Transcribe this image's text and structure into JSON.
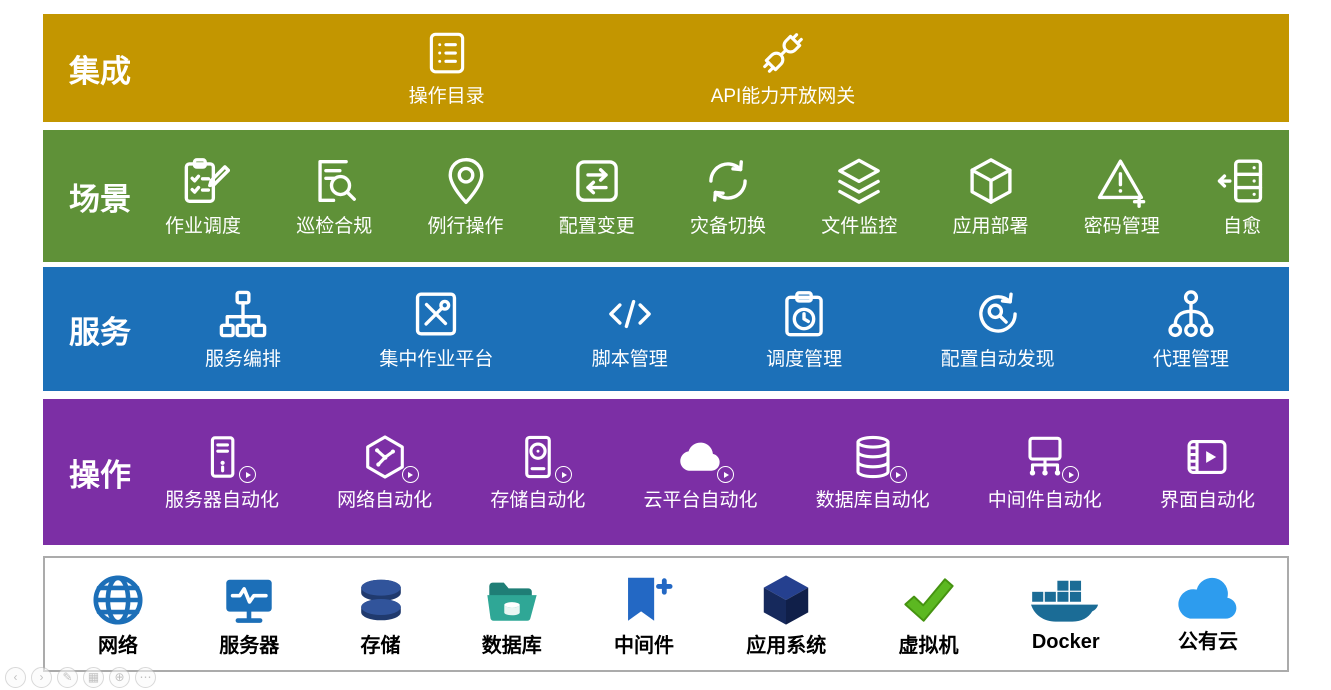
{
  "bands": {
    "integration": {
      "title": "集成",
      "color": "#C39600",
      "items": [
        {
          "label": "操作目录",
          "icon": "catalog-icon"
        },
        {
          "label": "API能力开放网关",
          "icon": "api-gateway-icon"
        }
      ]
    },
    "scenario": {
      "title": "场景",
      "color": "#5F9138",
      "items": [
        {
          "label": "作业调度",
          "icon": "job-scheduling-icon"
        },
        {
          "label": "巡检合规",
          "icon": "inspection-compliance-icon"
        },
        {
          "label": "例行操作",
          "icon": "routine-operation-icon"
        },
        {
          "label": "配置变更",
          "icon": "config-change-icon"
        },
        {
          "label": "灾备切换",
          "icon": "disaster-recovery-icon"
        },
        {
          "label": "文件监控",
          "icon": "file-monitor-icon"
        },
        {
          "label": "应用部署",
          "icon": "app-deployment-icon"
        },
        {
          "label": "密码管理",
          "icon": "password-management-icon"
        },
        {
          "label": "自愈",
          "icon": "self-healing-icon"
        }
      ]
    },
    "service": {
      "title": "服务",
      "color": "#1C70B8",
      "items": [
        {
          "label": "服务编排",
          "icon": "service-orchestration-icon"
        },
        {
          "label": "集中作业平台",
          "icon": "central-job-platform-icon"
        },
        {
          "label": "脚本管理",
          "icon": "script-management-icon"
        },
        {
          "label": "调度管理",
          "icon": "schedule-management-icon"
        },
        {
          "label": "配置自动发现",
          "icon": "config-discovery-icon"
        },
        {
          "label": "代理管理",
          "icon": "agent-management-icon"
        }
      ]
    },
    "operation": {
      "title": "操作",
      "color": "#7C2FA5",
      "items": [
        {
          "label": "服务器自动化",
          "icon": "server-automation-icon"
        },
        {
          "label": "网络自动化",
          "icon": "network-automation-icon"
        },
        {
          "label": "存储自动化",
          "icon": "storage-automation-icon"
        },
        {
          "label": "云平台自动化",
          "icon": "cloud-automation-icon"
        },
        {
          "label": "数据库自动化",
          "icon": "database-automation-icon"
        },
        {
          "label": "中间件自动化",
          "icon": "middleware-automation-icon"
        },
        {
          "label": "界面自动化",
          "icon": "ui-automation-icon"
        }
      ]
    },
    "infrastructure": {
      "items": [
        {
          "label": "网络",
          "icon": "network-icon",
          "color": "#1C6FB8"
        },
        {
          "label": "服务器",
          "icon": "server-icon",
          "color": "#1C6FB8"
        },
        {
          "label": "存储",
          "icon": "storage-icon",
          "color": "#203A6E"
        },
        {
          "label": "数据库",
          "icon": "database-icon",
          "color": "#2FA796"
        },
        {
          "label": "中间件",
          "icon": "middleware-icon",
          "color": "#2368C4"
        },
        {
          "label": "应用系统",
          "icon": "app-system-icon",
          "color": "#16295C"
        },
        {
          "label": "虚拟机",
          "icon": "virtual-machine-icon",
          "color": "#5CB821"
        },
        {
          "label": "Docker",
          "icon": "docker-icon",
          "color": "#1B6C96"
        },
        {
          "label": "公有云",
          "icon": "public-cloud-icon",
          "color": "#2D9CEE"
        }
      ]
    }
  },
  "slideshow_toolbar": {
    "items": [
      {
        "name": "previous-slide",
        "glyph": "‹"
      },
      {
        "name": "next-slide",
        "glyph": "›"
      },
      {
        "name": "pen-tool",
        "glyph": "✎"
      },
      {
        "name": "see-all-slides",
        "glyph": "▦"
      },
      {
        "name": "zoom-slide",
        "glyph": "⊕"
      },
      {
        "name": "more-options",
        "glyph": "⋯"
      }
    ]
  }
}
